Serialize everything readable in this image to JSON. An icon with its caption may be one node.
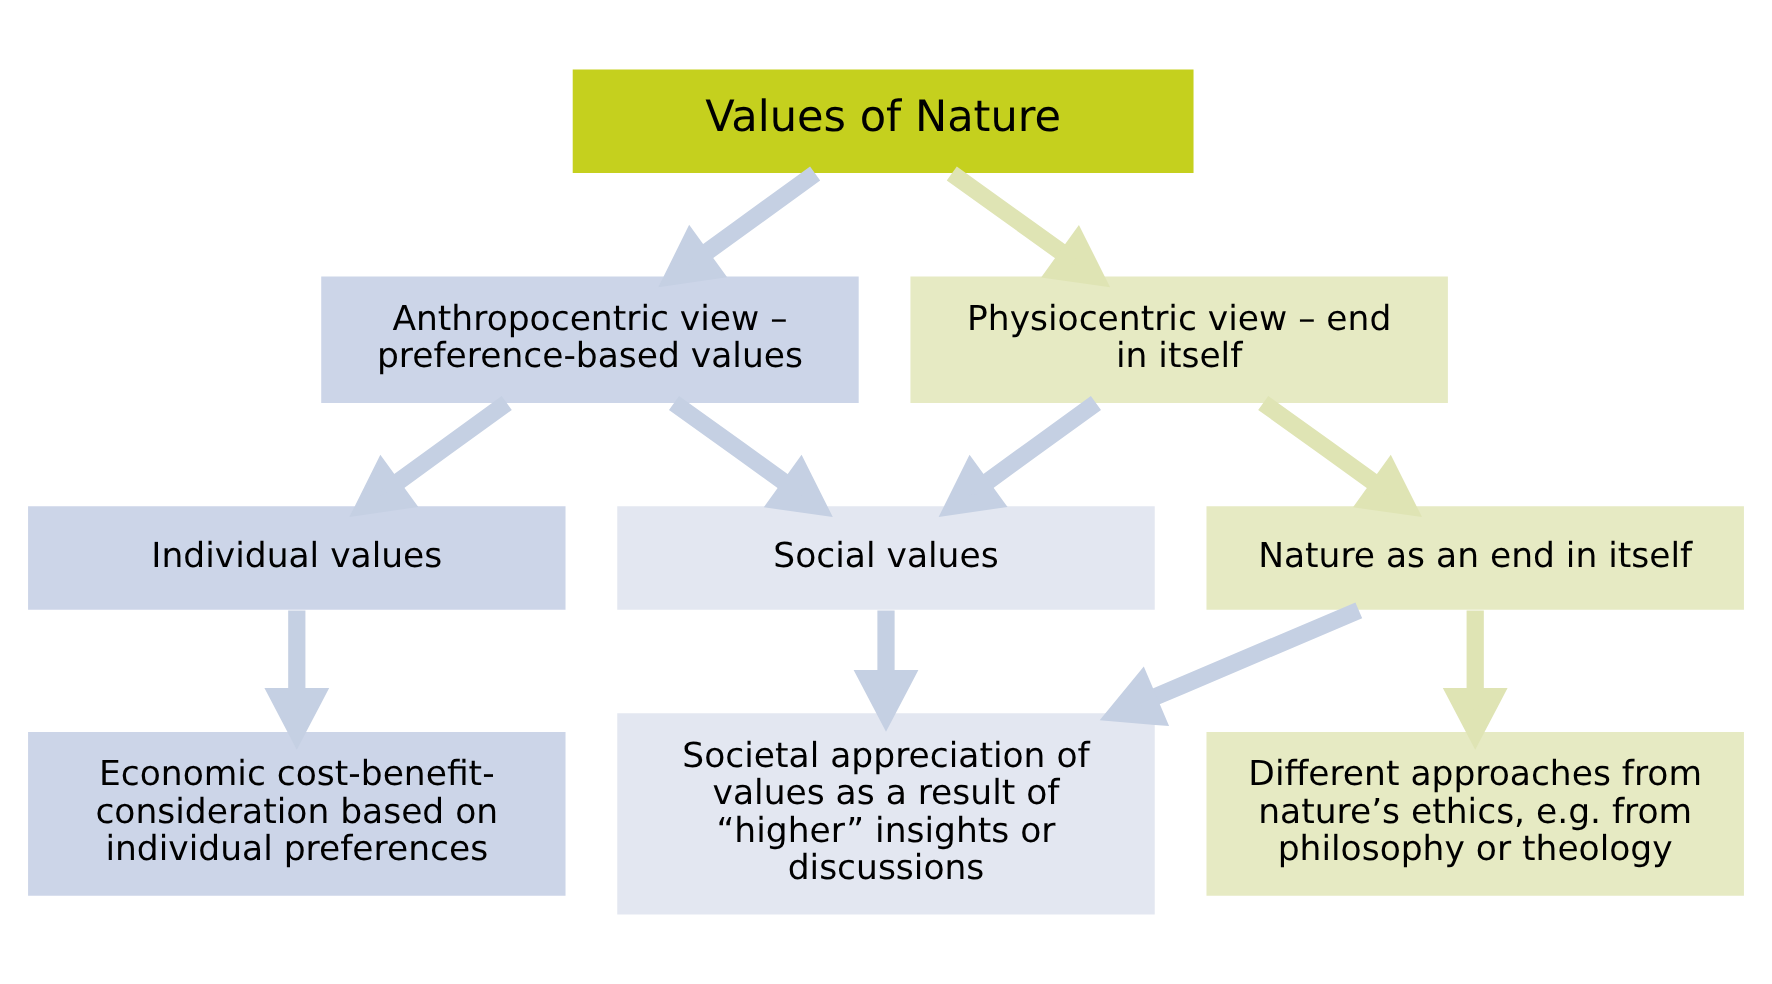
{
  "diagram": {
    "nodes": [
      {
        "text": [
          "Values of Nature"
        ]
      },
      {
        "text": [
          "Anthropocentric view – preference-based values"
        ]
      },
      {
        "text": [
          "Physiocentric view – end in itself"
        ]
      },
      {
        "text": [
          "Individual values"
        ]
      },
      {
        "text": [
          "Social values"
        ]
      },
      {
        "text": [
          "Nature as an end in itself"
        ]
      },
      {
        "text": [
          "Economic cost-benefit-consideration based on individual preferences"
        ]
      },
      {
        "text": [
          "Societal appreciation of values as a result of “higher” insights or discussions"
        ]
      },
      {
        "text": [
          "Different approaches from nature’s ethics, e.g. from philosophy or theology"
        ]
      }
    ],
    "edges": [
      {
        "from": 0,
        "to": 1,
        "arrow": "to"
      },
      {
        "from": 0,
        "to": 2,
        "arrow": "to",
        "color": "#dfe4b4"
      },
      {
        "from": 1,
        "to": 3,
        "arrow": "to"
      },
      {
        "from": 1,
        "to": 4,
        "arrow": "to"
      },
      {
        "from": 2,
        "to": 4,
        "arrow": "to"
      },
      {
        "from": 2,
        "to": 5,
        "arrow": "to",
        "color": "#dfe4b4"
      },
      {
        "from": 3,
        "to": 6,
        "arrow": "to"
      },
      {
        "from": 4,
        "to": 7,
        "arrow": "to"
      },
      {
        "from": 5,
        "to": 7,
        "arrow": "to"
      },
      {
        "from": 5,
        "to": 8,
        "arrow": "to",
        "color": "#dfe4b4"
      }
    ]
  }
}
